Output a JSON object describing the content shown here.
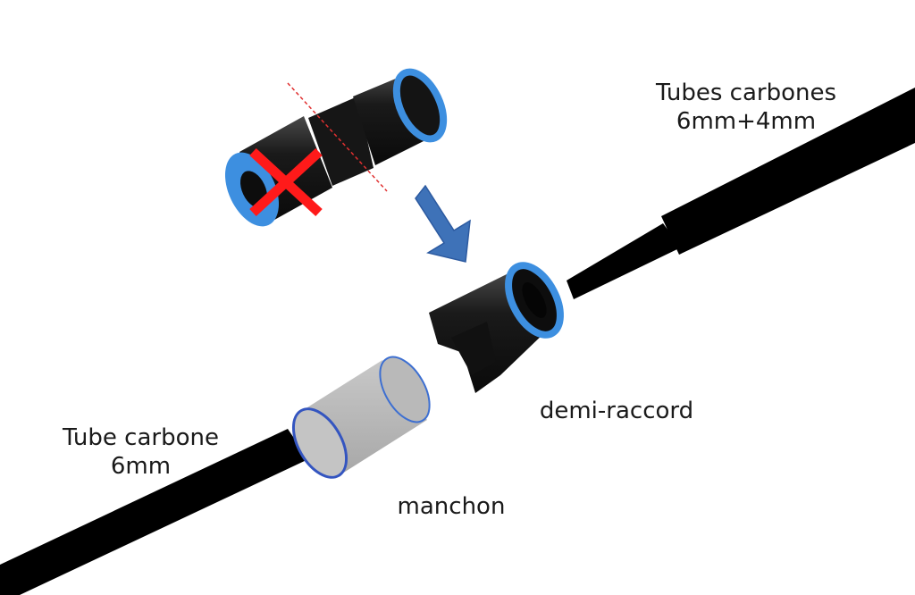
{
  "labels": {
    "tubes_top_line1": "Tubes carbones",
    "tubes_top_line2": "6mm+4mm",
    "demi_raccord": "demi-raccord",
    "tube_left_line1": "Tube carbone",
    "tube_left_line2": "6mm",
    "manchon": "manchon"
  },
  "icons": {
    "cross": "red-x-icon",
    "arrow": "down-right-arrow-icon"
  },
  "colors": {
    "background": "#ffffff",
    "tube": "#000000",
    "fitting_body": "#1f1f1f",
    "fitting_ring": "#3d8fe0",
    "sleeve": "#bdbdbd",
    "cross": "#ff1a1a",
    "arrow": "#3e72b8",
    "cut_line": "#e03030"
  }
}
